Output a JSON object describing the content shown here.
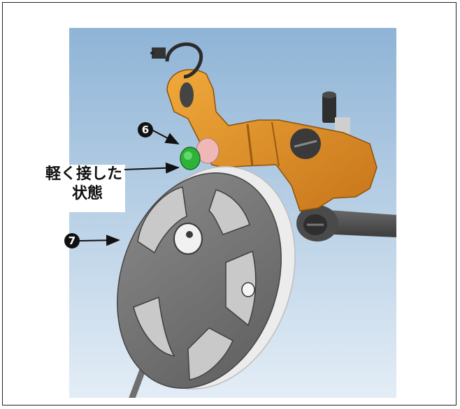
{
  "callouts": {
    "six": {
      "label": "6"
    },
    "seven": {
      "label": "7"
    }
  },
  "annotation": {
    "line1": "軽く接した",
    "line2": "状態"
  },
  "colors": {
    "background": "#ffffff",
    "frame": "#222222",
    "sky_top": "#8fb4d6",
    "sky_bottom": "#e3edf6",
    "bracket": "#d98a1e",
    "bracket_dark": "#a8620e",
    "wheel": "#7a7a7a",
    "wheel_rim": "#e9e9e9",
    "green_roller": "#2fb23a",
    "pink_roller": "#f0b7b7",
    "arm": "#555555"
  },
  "icons": {
    "pointer": "arrow-icon",
    "number_badge": "circled-number-icon"
  }
}
